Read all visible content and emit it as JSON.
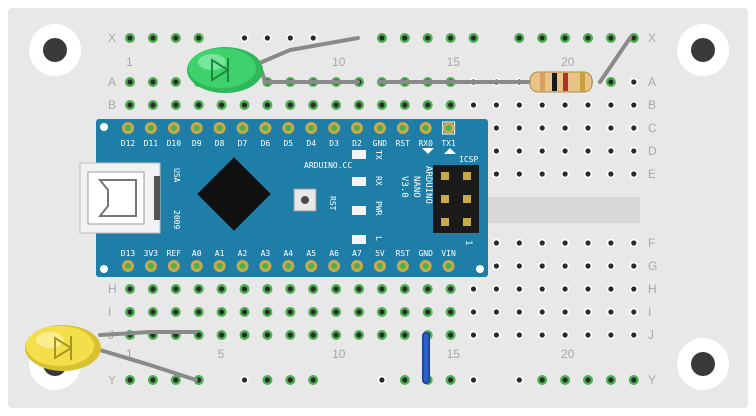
{
  "breadboard": {
    "row_labels": [
      "X",
      "A",
      "B",
      "C",
      "D",
      "E",
      "F",
      "G",
      "H",
      "I",
      "J",
      "Y"
    ],
    "column_labels": [
      "1",
      "5",
      "10",
      "15",
      "20"
    ],
    "columns": 23
  },
  "arduino": {
    "title_lines": [
      "ARDUINO",
      "NANO",
      "V3.0"
    ],
    "website": "ARDUINO.CC",
    "top_pins": [
      "D12",
      "D11",
      "D10",
      "D9",
      "D8",
      "D7",
      "D6",
      "D5",
      "D4",
      "D3",
      "D2",
      "GND",
      "RST",
      "RX0",
      "TX1"
    ],
    "bottom_pins": [
      "D13",
      "3V3",
      "REF",
      "A0",
      "A1",
      "A2",
      "A3",
      "A4",
      "A5",
      "A6",
      "A7",
      "5V",
      "RST",
      "GND",
      "VIN"
    ],
    "led_labels": [
      "TX",
      "RX",
      "PWR",
      "L"
    ],
    "usb_label": "USA",
    "year": "2009",
    "reset_label": "RST",
    "icsp_label": "ICSP",
    "icsp_pin1": "1"
  },
  "components": {
    "led_green": {
      "name": "Green LED",
      "color": "#3fd16b"
    },
    "led_yellow": {
      "name": "Yellow LED",
      "color": "#f3df4a"
    },
    "resistor": {
      "name": "Resistor",
      "bands": [
        "#d8a060",
        "#1a1a1a",
        "#b0302a",
        "#c8a040"
      ]
    },
    "wire_jumper": {
      "color": "#2c5fc7"
    }
  },
  "colors": {
    "board": "#e8e8e8",
    "hole": "#2a2a2a",
    "hole_connected": "#4caf50",
    "nano_pcb": "#1e7ea8",
    "wire_gray": "#8a8a8a"
  }
}
